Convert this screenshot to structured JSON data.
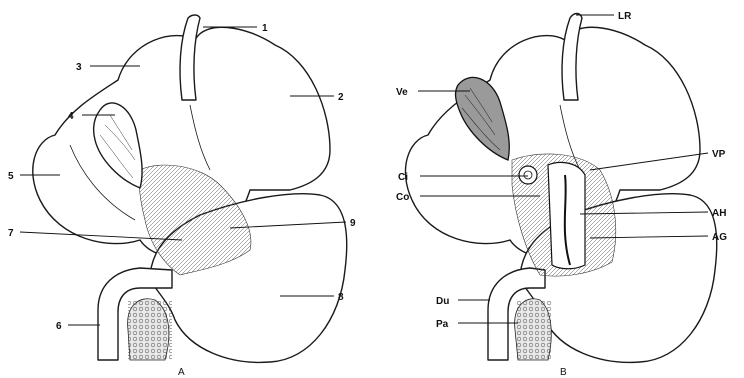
{
  "figure": {
    "panel_a": {
      "caption": "A",
      "labels": [
        "1",
        "2",
        "3",
        "4",
        "5",
        "6",
        "7",
        "8",
        "9"
      ]
    },
    "panel_b": {
      "caption": "B",
      "labels": [
        "LR",
        "Ve",
        "VP",
        "Ci",
        "Co",
        "AH",
        "AG",
        "Du",
        "Pa"
      ]
    }
  }
}
